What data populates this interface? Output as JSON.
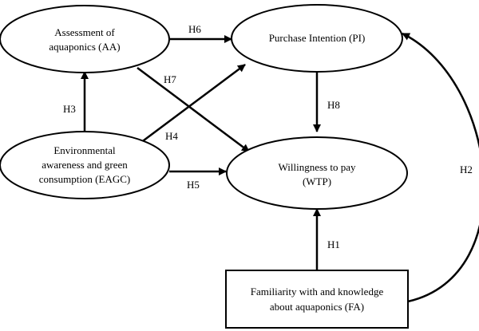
{
  "nodes": {
    "aa": {
      "lines": [
        "Assessment of",
        "aquaponics (AA)"
      ]
    },
    "pi": {
      "lines": [
        "Purchase Intention (PI)"
      ]
    },
    "eagc": {
      "lines": [
        "Environmental",
        "awareness and green",
        "consumption (EAGC)"
      ]
    },
    "wtp": {
      "lines": [
        "Willingness to pay",
        "(WTP)"
      ]
    },
    "fa": {
      "lines": [
        "Familiarity with and knowledge",
        "about aquaponics (FA)"
      ]
    }
  },
  "edges": {
    "h1": {
      "label": "H1",
      "from": "fa",
      "to": "wtp"
    },
    "h2": {
      "label": "H2",
      "from": "fa",
      "to": "pi"
    },
    "h3": {
      "label": "H3",
      "from": "eagc",
      "to": "aa"
    },
    "h4": {
      "label": "H4",
      "from": "eagc",
      "to": "pi"
    },
    "h5": {
      "label": "H5",
      "from": "eagc",
      "to": "wtp"
    },
    "h6": {
      "label": "H6",
      "from": "aa",
      "to": "pi"
    },
    "h7": {
      "label": "H7",
      "from": "aa",
      "to": "wtp"
    },
    "h8": {
      "label": "H8",
      "from": "pi",
      "to": "wtp"
    }
  }
}
